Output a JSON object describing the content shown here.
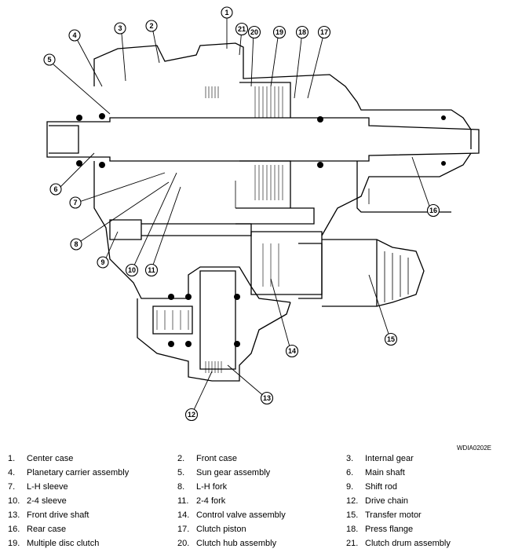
{
  "figure_code": "WDIA0202E",
  "callouts": [
    "1",
    "2",
    "3",
    "4",
    "5",
    "6",
    "7",
    "8",
    "9",
    "10",
    "11",
    "12",
    "13",
    "14",
    "15",
    "16",
    "17",
    "18",
    "19",
    "20",
    "21"
  ],
  "legend": [
    {
      "num": "1.",
      "label": "Center case"
    },
    {
      "num": "2.",
      "label": "Front case"
    },
    {
      "num": "3.",
      "label": "Internal gear"
    },
    {
      "num": "4.",
      "label": "Planetary carrier assembly"
    },
    {
      "num": "5.",
      "label": "Sun gear assembly"
    },
    {
      "num": "6.",
      "label": "Main shaft"
    },
    {
      "num": "7.",
      "label": "L-H sleeve"
    },
    {
      "num": "8.",
      "label": "L-H fork"
    },
    {
      "num": "9.",
      "label": "Shift rod"
    },
    {
      "num": "10.",
      "label": "2-4 sleeve"
    },
    {
      "num": "11.",
      "label": "2-4 fork"
    },
    {
      "num": "12.",
      "label": "Drive chain"
    },
    {
      "num": "13.",
      "label": "Front drive shaft"
    },
    {
      "num": "14.",
      "label": "Control valve assembly"
    },
    {
      "num": "15.",
      "label": "Transfer motor"
    },
    {
      "num": "16.",
      "label": "Rear case"
    },
    {
      "num": "17.",
      "label": "Clutch piston"
    },
    {
      "num": "18.",
      "label": "Press flange"
    },
    {
      "num": "19.",
      "label": "Multiple disc clutch"
    },
    {
      "num": "20.",
      "label": "Clutch hub assembly"
    },
    {
      "num": "21.",
      "label": "Clutch drum assembly"
    }
  ]
}
